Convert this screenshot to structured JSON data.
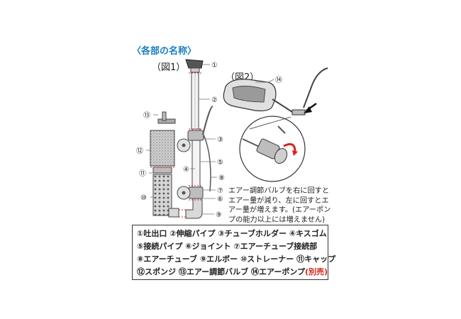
{
  "title": "〈各部の名称〉",
  "figure1_label": "（図1）",
  "figure2_label": "（図2）",
  "callouts": {
    "c1": "①",
    "c2": "②",
    "c3": "③",
    "c4": "④",
    "c5": "⑤",
    "c6": "⑥",
    "c7": "⑦",
    "c8": "⑧",
    "c9": "⑨",
    "c10": "⑩",
    "c11": "⑪",
    "c12": "⑫",
    "c13": "⑬",
    "c14": "⑭"
  },
  "note": "エアー調節バルブを右に回すとエアー量が減り、左に回すとエアー量が増えます。(エアーポンプの能力以上には増えません)",
  "legend": {
    "line1": "①吐出口 ②伸縮パイプ ③チューブホルダー ④キスゴム",
    "line2": "⑤接続パイプ ⑥ジョイント ⑦エアーチューブ接続部",
    "line3": "⑧エアーチューブ ⑨エルボー ⑩ストレーナー ⑪キャップ",
    "line4_main": "⑫スポンジ ⑬エアー調節バルブ ⑭エアーポンプ",
    "line4_sold_separately": "(別売)"
  },
  "colors": {
    "title": "#1a7fc0",
    "highlight": "#d7261e",
    "dashed_line": "#d7261e",
    "part_fill": "#d9d9d9"
  },
  "icons": [
    "curved-arrow-icon",
    "black-arrow-icon"
  ]
}
